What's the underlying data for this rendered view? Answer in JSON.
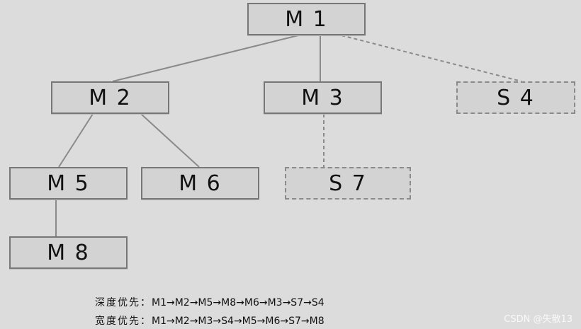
{
  "diagram": {
    "nodes": [
      {
        "id": "M1",
        "label": "M 1",
        "style": "solid"
      },
      {
        "id": "M2",
        "label": "M 2",
        "style": "solid"
      },
      {
        "id": "M3",
        "label": "M 3",
        "style": "solid"
      },
      {
        "id": "S4",
        "label": "S 4",
        "style": "dashed"
      },
      {
        "id": "M5",
        "label": "M 5",
        "style": "solid"
      },
      {
        "id": "M6",
        "label": "M 6",
        "style": "solid"
      },
      {
        "id": "S7",
        "label": "S 7",
        "style": "dashed"
      },
      {
        "id": "M8",
        "label": "M 8",
        "style": "solid"
      }
    ],
    "edges": [
      {
        "from": "M1",
        "to": "M2",
        "style": "solid"
      },
      {
        "from": "M1",
        "to": "M3",
        "style": "solid"
      },
      {
        "from": "M1",
        "to": "S4",
        "style": "dashed"
      },
      {
        "from": "M2",
        "to": "M5",
        "style": "solid"
      },
      {
        "from": "M2",
        "to": "M6",
        "style": "solid"
      },
      {
        "from": "M3",
        "to": "S7",
        "style": "dashed"
      },
      {
        "from": "M5",
        "to": "M8",
        "style": "solid"
      }
    ]
  },
  "traversals": {
    "depth_first": {
      "label": "深度优先：",
      "sequence": "M1→M2→M5→M8→M6→M3→S7→S4"
    },
    "breadth_first": {
      "label": "宽度优先：",
      "sequence": "M1→M2→M3→S4→M5→M6→S7→M8"
    }
  },
  "watermark": "CSDN @失散13",
  "colors": {
    "background": "#dcdcdc",
    "node_fill": "#d3d3d3",
    "edge": "#8a8a8a"
  }
}
